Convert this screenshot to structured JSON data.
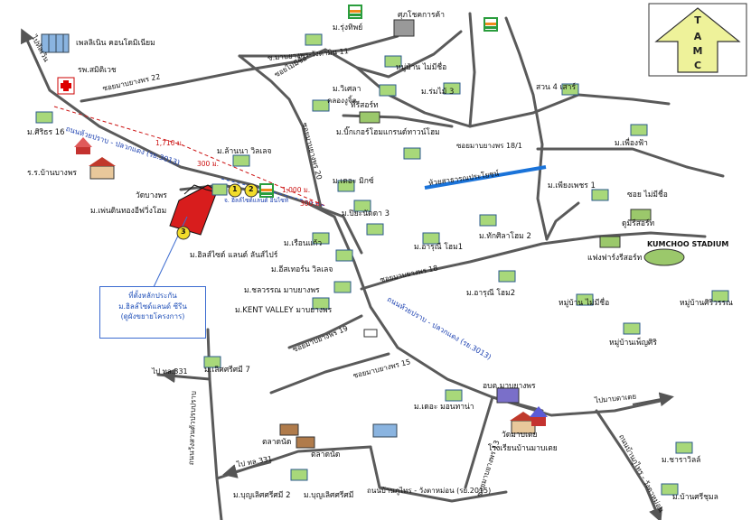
{
  "north_arrow": {
    "letters": "TAMC"
  },
  "places": [
    {
      "id": "condo",
      "label": "เพลลิเนิน คอนโดมิเนียม"
    },
    {
      "id": "hospital",
      "label": "รพ.สมิติเวช"
    },
    {
      "id": "mkathu",
      "label": "ม.ศิริธร 16"
    },
    {
      "id": "school_bangphon",
      "label": "ร.ร.บ้านบางพร"
    },
    {
      "id": "lanna",
      "label": "ม.ล้านนา วิลเลจ"
    },
    {
      "id": "wat",
      "label": "วัดบางพร"
    },
    {
      "id": "mpthong",
      "label": "ม.เพ่นดินทองอีฟวิ่งโฮม"
    },
    {
      "id": "hillside",
      "label": "ม.ฮิลส์ไซด์ แลนด์ ลันส์ไปร์"
    },
    {
      "id": "rungthip",
      "label": "ม.รุ่งทิพย์"
    },
    {
      "id": "suksin",
      "label": "ศุภโชคการค้า"
    },
    {
      "id": "maimisue1",
      "label": "หมู่บ้าน ไม่มีชื่อ"
    },
    {
      "id": "romrai",
      "label": "ม.ร่มไม้ 3"
    },
    {
      "id": "wisala",
      "label": "ม.วิเศลา"
    },
    {
      "id": "resort",
      "label": "ที่รีสอร์ท"
    },
    {
      "id": "suan4sao",
      "label": "สวน 4 เสาร์"
    },
    {
      "id": "bigpert",
      "label": "ม.บิ๊กเกอร์โฮมแกรนด์ทาวน์โฮม"
    },
    {
      "id": "phuengfa",
      "label": "ม.เพื่องฟ้า"
    },
    {
      "id": "deoknot",
      "label": "ม.เดอะ มิกซ์"
    },
    {
      "id": "piyanart",
      "label": "ม.ปิยะนัดดา 3"
    },
    {
      "id": "reunkaew",
      "label": "ม.เรือนแก้ว"
    },
    {
      "id": "eastern",
      "label": "ม.อีสเทอร์น วิลเลจ"
    },
    {
      "id": "chon",
      "label": "ม.ชลวรรณ มาบยางพร"
    },
    {
      "id": "kentvalley",
      "label": "ม.KENT VALLEY มาบยางพร"
    },
    {
      "id": "aruni1",
      "label": "ม.อารุณี โฮม1"
    },
    {
      "id": "aruni2",
      "label": "ม.อารุณี โฮม2"
    },
    {
      "id": "taksila",
      "label": "ม.ทักศิลาโฮม 2"
    },
    {
      "id": "phianphet",
      "label": "ม.เพียงเพชร 1"
    },
    {
      "id": "maisue_resort",
      "label": "ซอย ไม่มีชื่อ"
    },
    {
      "id": "dumkae",
      "label": "ดูมีรีสอร์ท"
    },
    {
      "id": "kumchoo",
      "label": "KUMCHOO STADIUM"
    },
    {
      "id": "farm",
      "label": "แฟงฟาร์งรีสอร์ท"
    },
    {
      "id": "maimisue2",
      "label": "หมู่บ้าน ไม่มีชื่อ"
    },
    {
      "id": "sirivan",
      "label": "หมู่บ้านศิริวรรณ"
    },
    {
      "id": "phaisiri",
      "label": "หมู่บ้านเพ็ญศิริ"
    },
    {
      "id": "lertsri7",
      "label": "ม.เลิศศรีศมี 7"
    },
    {
      "id": "obt",
      "label": "อบต.มาบยางพร"
    },
    {
      "id": "deonmontana",
      "label": "ม.เดอะ มอนทาน่า"
    },
    {
      "id": "school_mapyangphon",
      "label": "โรงเรียนบ้านมาบเตย"
    },
    {
      "id": "watmabtei",
      "label": "วัดมาบเตย"
    },
    {
      "id": "talad1",
      "label": "ตลาดนัด"
    },
    {
      "id": "talad2",
      "label": "ตลาดนัด"
    },
    {
      "id": "boonlert2",
      "label": "ม.บุญเลิศศรีศมี 2"
    },
    {
      "id": "boonlert",
      "label": "ม.บุญเลิศศรีศมี"
    },
    {
      "id": "charavil",
      "label": "ม.ชาราวิลล์"
    },
    {
      "id": "bansri",
      "label": "ม.บ้านศรีชุมล"
    }
  ],
  "roads": {
    "top_left": "ไปทัลเวิน",
    "soi_22": "ซอยมาบยางพร 22",
    "hwy_top": "ถนนห้วยปราบ - ปลวกแดง (รย.3013)",
    "soi_11": "ซ.มาบยางพร-วังตามิน 11",
    "soi_maimisue": "ซอยไม่มีชื่อ",
    "khlong": "คลองงูจิ้ต",
    "soi_20": "ซอยมาบยางพร 20",
    "soi_18_1": "ซอยมาบยางพร 18/1",
    "canal": "ห้วยสาธารณประโยชน์",
    "soi_18": "ซอยมาบยางพร 18",
    "soi_19": "ซอยมาบยางพร 19",
    "hwy_mid": "ถนนห้วยปราบ - ปลวกแดง (รย.3013)",
    "soi_15": "ซอยมาบยางพร 15",
    "soi_13": "ซอยมาบยางพร 13",
    "to_331_a": "ไป ทล.331",
    "to_331_b": "ไป ทล.331",
    "road_left": "ถนนวังสวนตัวปรบปราบ",
    "to_mabtei": "ไปมาบตาเตย",
    "road_bottom": "ถนนบ้านภูไทร - วังตาหม่อน (รย.2015)",
    "road_right": "ถนนบ้านภูไทร - วังตาหม่อน"
  },
  "distances": {
    "d1": "1,710 ม.",
    "d2": "300 ม.",
    "d3": "1,000 ม.",
    "d4": "300 ม."
  },
  "markers": {
    "m1": "1",
    "m2": "2",
    "m3": "3",
    "site_small": "จ. ฮิลล์ไซด์แลนด์ อินไซท์"
  },
  "callout": {
    "line1": "ที่ตั้งหลักประกัน",
    "line2": "ม.ฮิลล์ไซด์แลนด์ ซีรีน",
    "line3": "(ดูผังขยายโครงการ)"
  },
  "colors": {
    "road": "#555555",
    "canal": "#1a73d9",
    "hwy_label": "#1a3fb0",
    "distance": "#cc1111",
    "site": "#d81d1d",
    "marker": "#f2dc2b"
  }
}
